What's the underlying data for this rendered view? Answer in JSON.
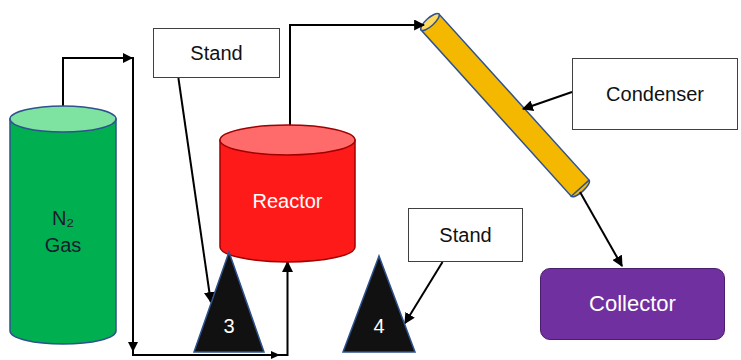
{
  "diagram": {
    "nodes": [
      {
        "text": [
          "Stand"
        ]
      },
      {
        "text": [
          "Condenser"
        ]
      },
      {
        "text": [
          "N₂ Gas"
        ]
      },
      {
        "text": [
          "Reactor"
        ]
      },
      {
        "text": [
          "Stand"
        ]
      },
      {
        "text": [
          "3"
        ]
      },
      {
        "text": [
          "4"
        ]
      },
      {
        "text": [
          "Collector"
        ]
      }
    ],
    "edges": [
      {
        "from": 2,
        "to": 3,
        "arrow": "to"
      },
      {
        "from": 0,
        "to": 5,
        "arrow": "to"
      },
      {
        "from": 4,
        "to": 6,
        "arrow": "to"
      }
    ]
  }
}
